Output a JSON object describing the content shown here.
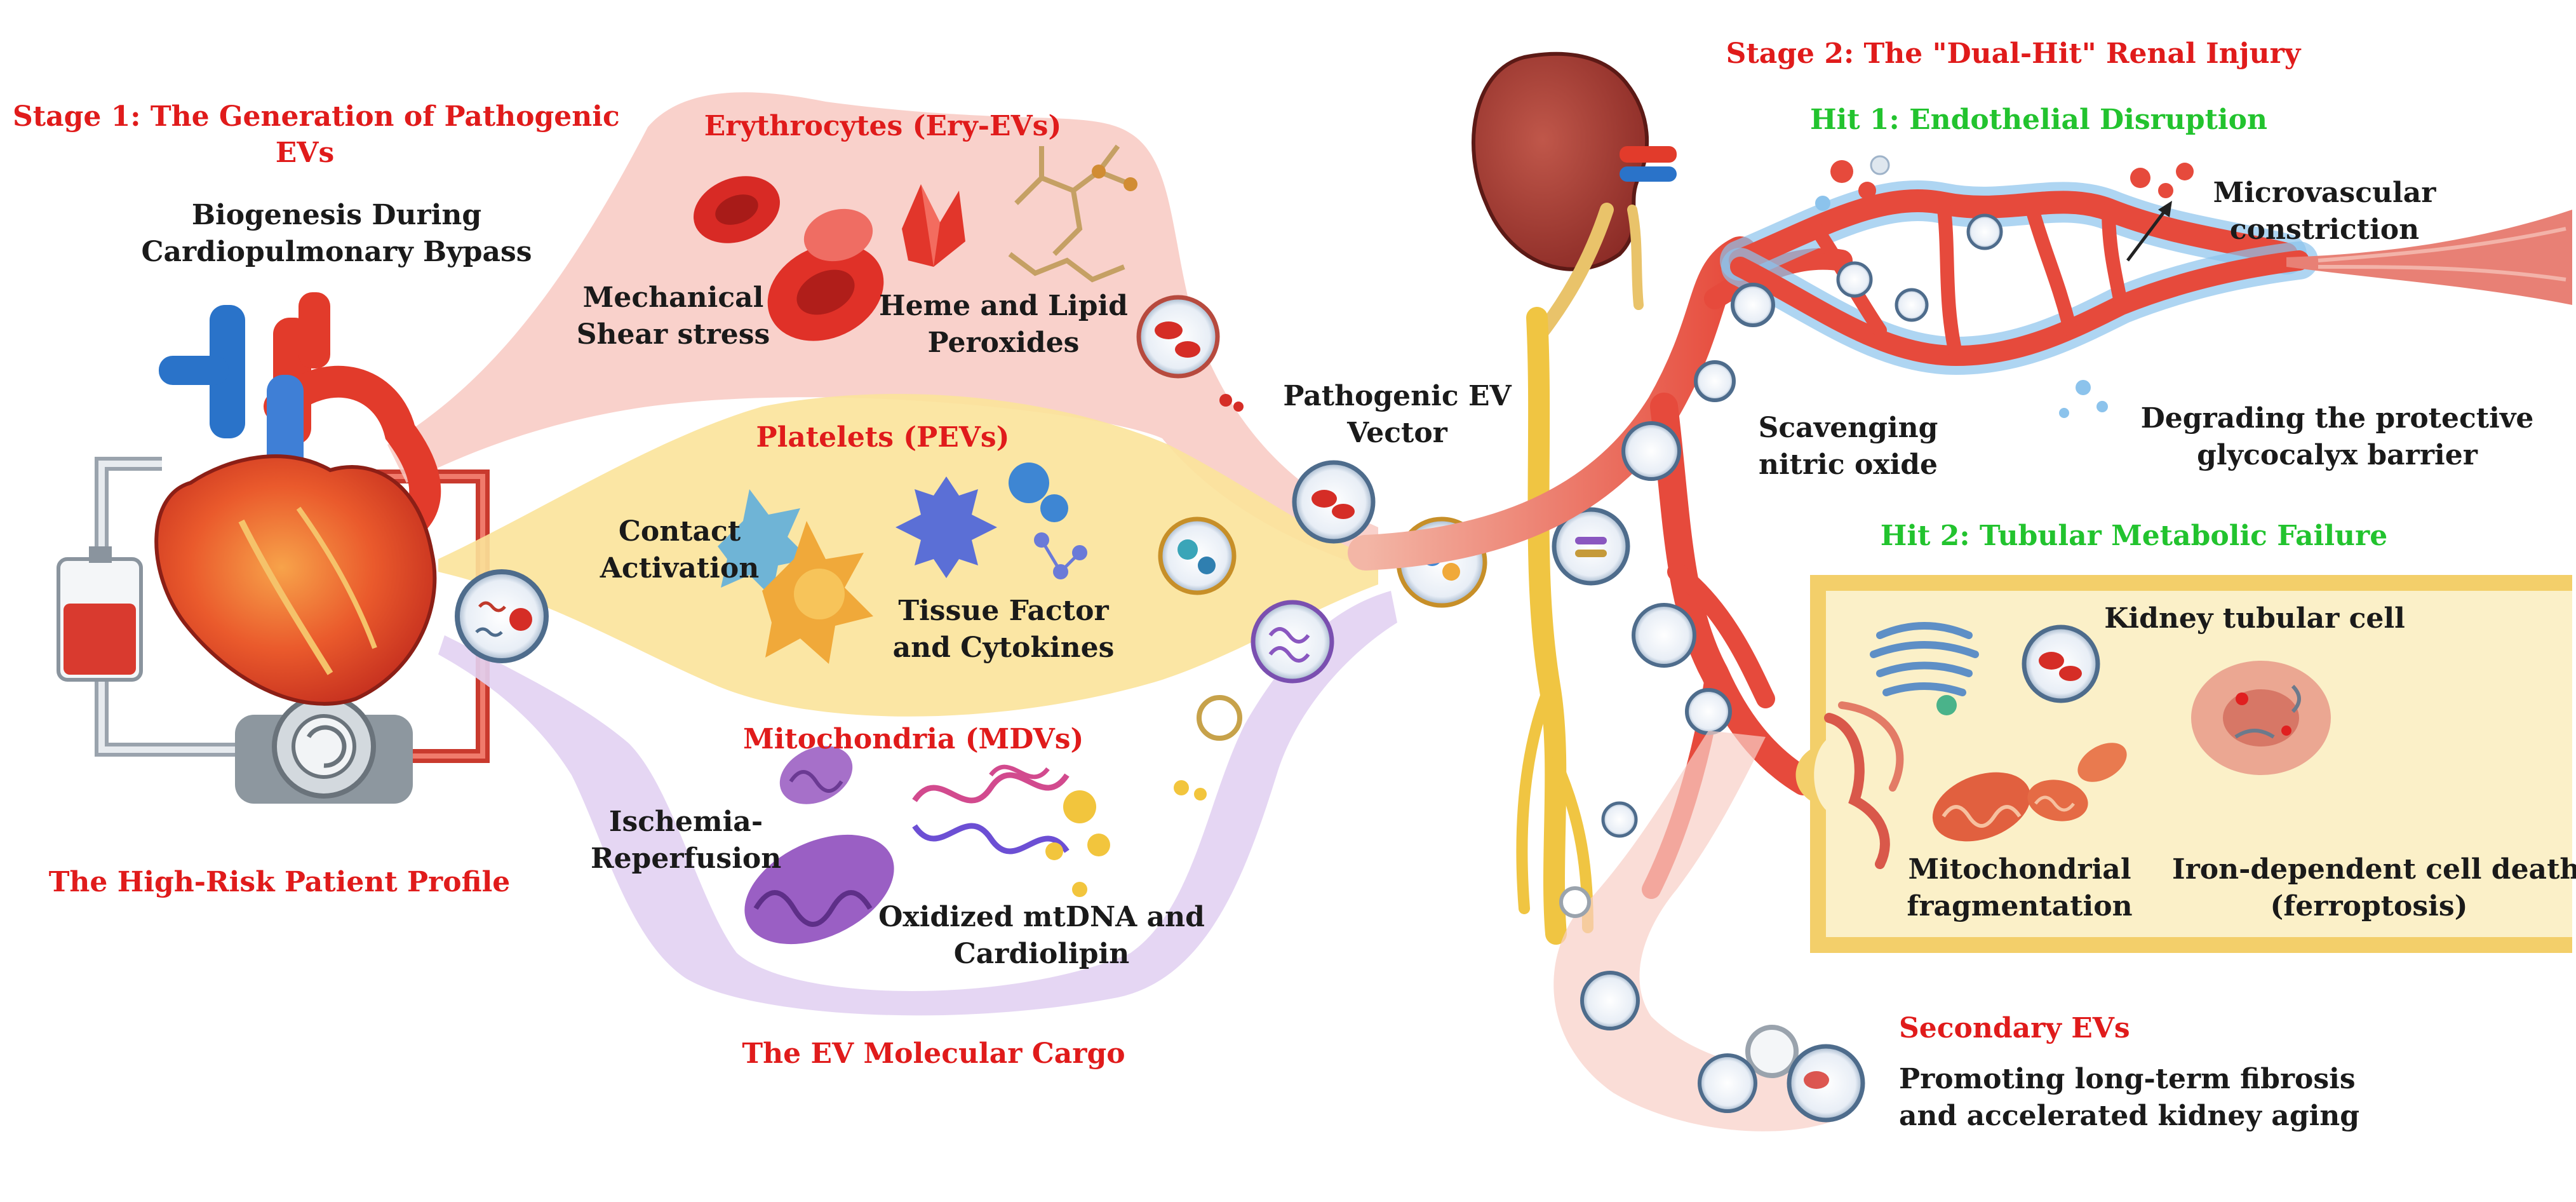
{
  "stage1": {
    "title_line1": "Stage 1: The Generation of Pathogenic",
    "title_line2": "EVs",
    "subtitle_line1": "Biogenesis During",
    "subtitle_line2": "Cardiopulmonary Bypass",
    "patient_profile": "The High-Risk Patient Profile"
  },
  "cargo": {
    "erythrocytes": {
      "title": "Erythrocytes (Ery-EVs)",
      "cause_line1": "Mechanical",
      "cause_line2": "Shear stress",
      "content_line1": "Heme and Lipid",
      "content_line2": "Peroxides"
    },
    "platelets": {
      "title": "Platelets (PEVs)",
      "cause_line1": "Contact",
      "cause_line2": "Activation",
      "content_line1": "Tissue Factor",
      "content_line2": "and Cytokines"
    },
    "mitochondria": {
      "title": "Mitochondria (MDVs)",
      "cause_line1": "Ischemia-",
      "cause_line2": "Reperfusion",
      "content_line1": "Oxidized mtDNA and",
      "content_line2": "Cardiolipin"
    },
    "footer": "The EV Molecular Cargo"
  },
  "vector": {
    "line1": "Pathogenic EV",
    "line2": "Vector"
  },
  "stage2": {
    "title": "Stage 2: The \"Dual-Hit\"  Renal Injury",
    "hit1": {
      "title": "Hit 1: Endothelial Disruption",
      "constriction_line1": "Microvascular",
      "constriction_line2": "constriction",
      "no_line1": "Scavenging",
      "no_line2": "nitric oxide",
      "glyco_line1": "Degrading the protective",
      "glyco_line2": "glycocalyx barrier"
    },
    "hit2": {
      "title": "Hit 2: Tubular Metabolic Failure",
      "cell_label": "Kidney tubular cell",
      "mito_line1": "Mitochondrial",
      "mito_line2": "fragmentation",
      "ferro_line1": "Iron-dependent cell death",
      "ferro_line2": "(ferroptosis)"
    }
  },
  "secondary": {
    "title": "Secondary EVs",
    "line1": "Promoting long-term fibrosis",
    "line2": "and accelerated kidney aging"
  },
  "colors": {
    "label_red": "#e01b1b",
    "label_green": "#22c32e",
    "erythrocyte_band": "#f8c9c2",
    "platelet_band": "#fbe39a",
    "mitochondria_band": "#e2d2f2",
    "vessel_red": "#e64a3c",
    "nerve_yellow": "#f0c542",
    "tubule_cell": "#fbf0c8"
  }
}
